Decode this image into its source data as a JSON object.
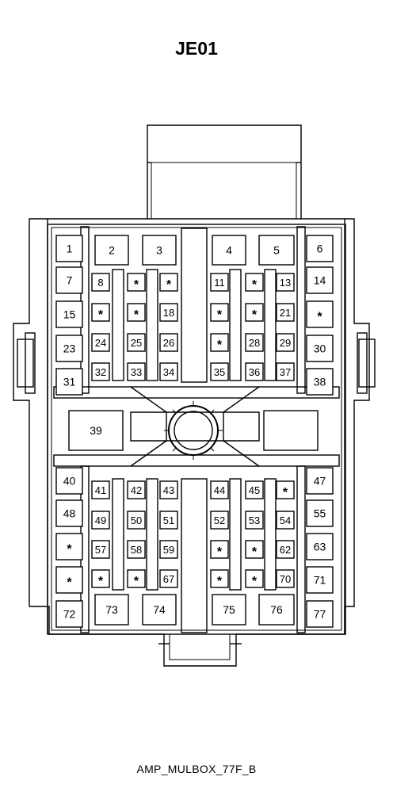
{
  "title": "JE01",
  "caption": "AMP_MULBOX_77F_B",
  "cavities": [
    {
      "label": "1"
    },
    {
      "label": "2"
    },
    {
      "label": "3"
    },
    {
      "label": "4"
    },
    {
      "label": "5"
    },
    {
      "label": "6"
    },
    {
      "label": "7"
    },
    {
      "label": "8"
    },
    {
      "label": "*"
    },
    {
      "label": "*"
    },
    {
      "label": "11"
    },
    {
      "label": "*"
    },
    {
      "label": "13"
    },
    {
      "label": "14"
    },
    {
      "label": "15"
    },
    {
      "label": "*"
    },
    {
      "label": "*"
    },
    {
      "label": "18"
    },
    {
      "label": "*"
    },
    {
      "label": "*"
    },
    {
      "label": "21"
    },
    {
      "label": "*"
    },
    {
      "label": "23"
    },
    {
      "label": "24"
    },
    {
      "label": "25"
    },
    {
      "label": "26"
    },
    {
      "label": "*"
    },
    {
      "label": "28"
    },
    {
      "label": "29"
    },
    {
      "label": "30"
    },
    {
      "label": "31"
    },
    {
      "label": "32"
    },
    {
      "label": "33"
    },
    {
      "label": "34"
    },
    {
      "label": "35"
    },
    {
      "label": "36"
    },
    {
      "label": "37"
    },
    {
      "label": "38"
    },
    {
      "label": "39"
    },
    {
      "label": ""
    },
    {
      "label": "40"
    },
    {
      "label": "41"
    },
    {
      "label": "42"
    },
    {
      "label": "43"
    },
    {
      "label": "44"
    },
    {
      "label": "45"
    },
    {
      "label": "*"
    },
    {
      "label": "47"
    },
    {
      "label": "48"
    },
    {
      "label": "49"
    },
    {
      "label": "50"
    },
    {
      "label": "51"
    },
    {
      "label": "52"
    },
    {
      "label": "53"
    },
    {
      "label": "54"
    },
    {
      "label": "55"
    },
    {
      "label": "*"
    },
    {
      "label": "57"
    },
    {
      "label": "58"
    },
    {
      "label": "59"
    },
    {
      "label": "*"
    },
    {
      "label": "*"
    },
    {
      "label": "62"
    },
    {
      "label": "63"
    },
    {
      "label": "*"
    },
    {
      "label": "*"
    },
    {
      "label": "*"
    },
    {
      "label": "67"
    },
    {
      "label": "*"
    },
    {
      "label": "*"
    },
    {
      "label": "70"
    },
    {
      "label": "71"
    },
    {
      "label": "72"
    },
    {
      "label": "73"
    },
    {
      "label": "74"
    },
    {
      "label": "75"
    },
    {
      "label": "76"
    },
    {
      "label": "77"
    }
  ]
}
